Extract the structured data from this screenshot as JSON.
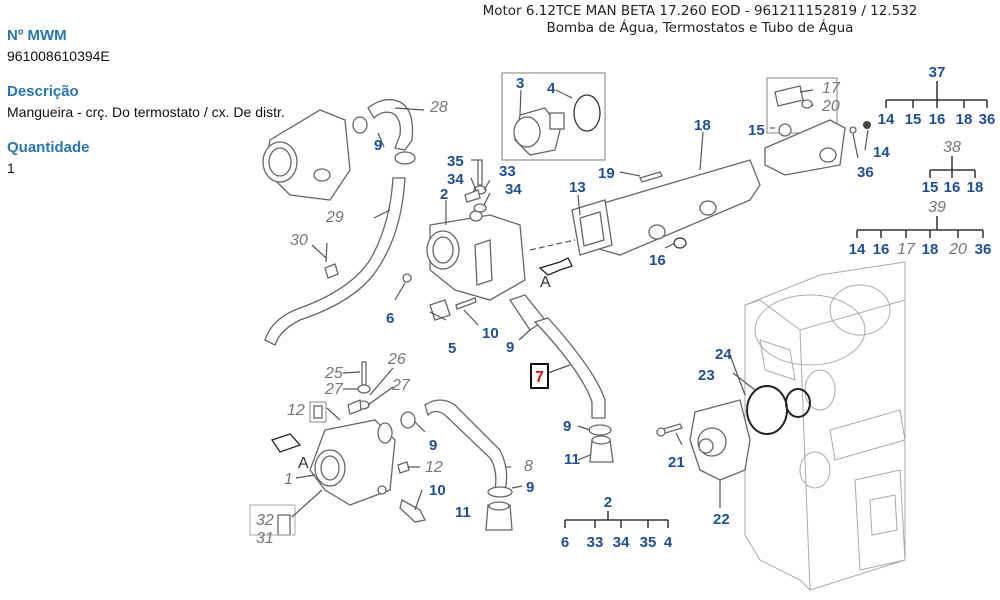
{
  "info": {
    "mwm_label": "Nº MWM",
    "mwm_value": "961008610394E",
    "desc_label": "Descrição",
    "desc_value": "Mangueira - crç. Do termostato / cx. De distr.",
    "qty_label": "Quantidade",
    "qty_value": "1"
  },
  "header": {
    "line1": "Motor 6.12TCE MAN BETA 17.260 EOD - 961211152819  /  12.532",
    "line2": "Bomba de Água, Termostatos e Tubo de Água"
  },
  "diagram": {
    "selected_part": "7",
    "callouts": {
      "c28": "28",
      "c9a": "9",
      "c29": "29",
      "c30": "30",
      "c35": "35",
      "c34a": "34",
      "c33": "33",
      "c34b": "34",
      "c2": "2",
      "c6": "6",
      "c5": "5",
      "c10a": "10",
      "c9b": "9",
      "c3": "3",
      "c4": "4",
      "c13": "13",
      "c19": "19",
      "c18": "18",
      "c16": "16",
      "c15": "15",
      "c17": "17",
      "c20": "20",
      "c36": "36",
      "c14": "14",
      "cA1": "A",
      "c7": "7",
      "c9c": "9",
      "c11a": "11",
      "c25": "25",
      "c26": "26",
      "c27a": "27",
      "c27b": "27",
      "c12a": "12",
      "c9d": "9",
      "cA2": "A",
      "c12b": "12",
      "c8": "8",
      "c9e": "9",
      "c1": "1",
      "c10b": "10",
      "c11b": "11",
      "c32": "32",
      "c31": "31",
      "c24": "24",
      "c23": "23",
      "c21": "21",
      "c22": "22"
    },
    "kits": [
      {
        "parent": "37",
        "children": [
          "14",
          "15",
          "16",
          "18",
          "36"
        ]
      },
      {
        "parent": "38",
        "children": [
          "15",
          "16",
          "18"
        ]
      },
      {
        "parent": "39",
        "children": [
          "14",
          "16",
          "17",
          "18",
          "20",
          "36"
        ]
      },
      {
        "parent": "2",
        "children": [
          "6",
          "33",
          "34",
          "35",
          "4"
        ]
      }
    ]
  }
}
